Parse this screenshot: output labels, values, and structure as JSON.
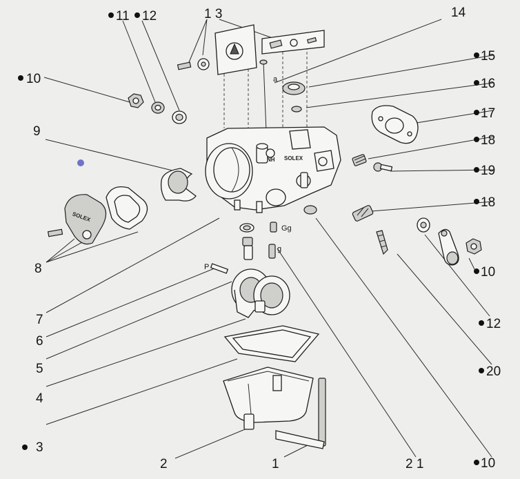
{
  "labels": {
    "n1": "1",
    "n2": "2",
    "n3": "3",
    "n4": "4",
    "n5": "5",
    "n6": "6",
    "n7": "7",
    "n8": "8",
    "n9": "9",
    "n10_left": "10",
    "n10_right": "10",
    "n10_bottom": "10",
    "n11": "11",
    "n12_top": "12",
    "n12_right": "12",
    "n13": "1 3",
    "n14": "14",
    "n15": "15",
    "n16": "16",
    "n17": "17",
    "n18_top": "18",
    "n18_bottom": "18",
    "n19": "19",
    "n20": "20",
    "n21": "2 1"
  },
  "letters": {
    "a": "a",
    "p": "P",
    "gg": "Gg",
    "g": "g"
  },
  "brand": {
    "body": "SOLEX",
    "cover": "SOLEX",
    "code": "NH"
  },
  "colors": {
    "background": "#eeeeec",
    "ink": "#1a1a1a",
    "accent_dot": "#6f73c9"
  }
}
